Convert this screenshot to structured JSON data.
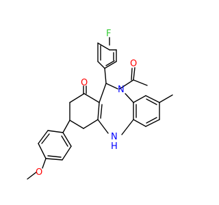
{
  "diagram": {
    "type": "chemical-structure",
    "atom_labels": {
      "fluorine": "F",
      "ketone_oxygen": "O",
      "acetyl_oxygen": "O",
      "amide_nitrogen": "N",
      "amine_nitrogen": "N",
      "amine_hydrogen": "H",
      "methoxy_oxygen": "O"
    },
    "element_colors": {
      "C": "#000000",
      "O": "#ff0000",
      "N": "#0000ff",
      "F": "#33cc33"
    }
  }
}
